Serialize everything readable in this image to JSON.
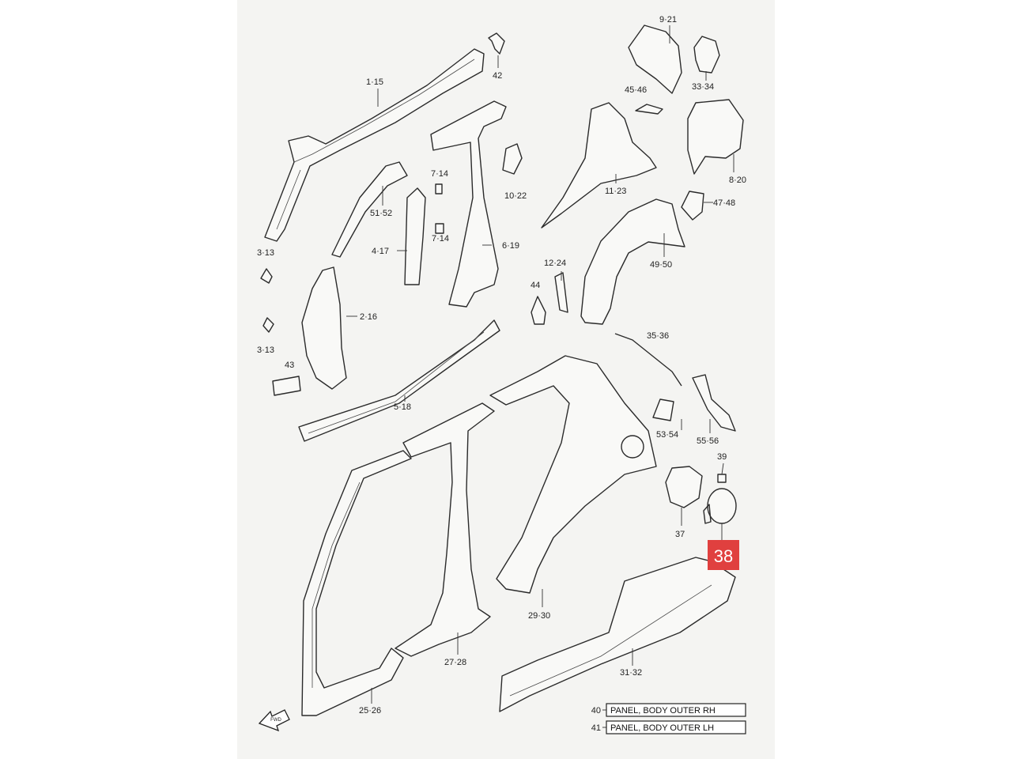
{
  "callouts": {
    "c_1_15": "1·15",
    "c_42": "42",
    "c_9_21": "9·21",
    "c_33_34": "33·34",
    "c_45_46": "45·46",
    "c_8_20": "8·20",
    "c_7_14a": "7·14",
    "c_10_22": "10·22",
    "c_11_23": "11·23",
    "c_51_52": "51·52",
    "c_47_48": "47·48",
    "c_7_14b": "7·14",
    "c_3_13a": "3·13",
    "c_4_17": "4·17",
    "c_6_19": "6·19",
    "c_12_24": "12·24",
    "c_49_50": "49·50",
    "c_44": "44",
    "c_2_16": "2·16",
    "c_3_13b": "3·13",
    "c_35_36": "35·36",
    "c_43": "43",
    "c_5_18": "5·18",
    "c_53_54": "53·54",
    "c_55_56": "55·56",
    "c_39": "39",
    "c_37": "37",
    "c_29_30": "29·30",
    "c_27_28": "27·28",
    "c_31_32": "31·32",
    "c_25_26": "25·26"
  },
  "highlight": {
    "number": "38",
    "color": "#e0403f"
  },
  "legend": [
    {
      "number": "40",
      "text": "PANEL, BODY OUTER RH"
    },
    {
      "number": "41",
      "text": "PANEL, BODY OUTER LH"
    }
  ],
  "front_arrow_label": "FWD"
}
